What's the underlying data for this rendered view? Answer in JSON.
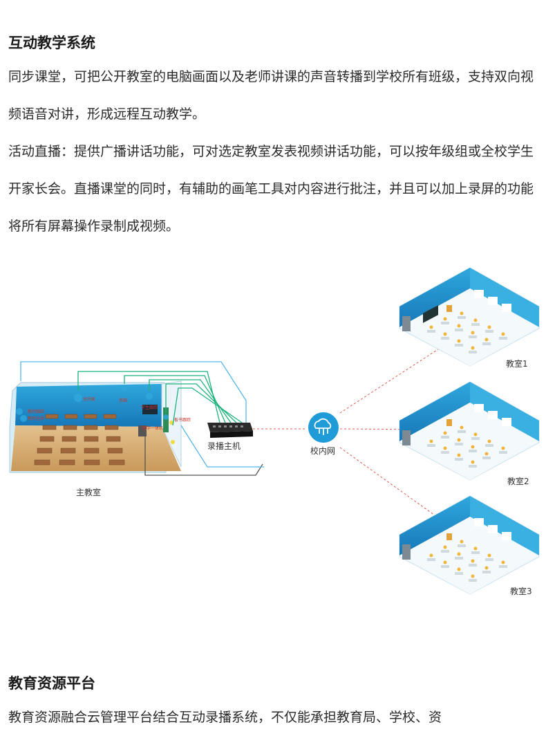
{
  "section1": {
    "title": "互动教学系统",
    "para1": "同步课堂，可把公开教室的电脑画面以及老师讲课的声音转播到学校所有班级，支持双向视频语音对讲，形成远程互动教学。",
    "para2": "活动直播：提供广播讲话功能，可对选定教室发表视频讲话功能，可以按年级组或全校学生开家长会。直播课堂的同时，有辅助的画笔工具对内容进行批注，并且可以加上录屏的功能将所有屏幕操作录制成视频。"
  },
  "diagram": {
    "main_classroom": "主教室",
    "recorder": "录播主机",
    "network": "校内网",
    "classrooms": [
      "教室1",
      "教室2",
      "教室3"
    ],
    "device_labels": [
      "全向麦",
      "音箱",
      "学生跟踪",
      "教师跟踪",
      "教师全景",
      "教学一体机",
      "板书跟踪"
    ],
    "colors": {
      "accent": "#1f9bd7",
      "link": "#e05a4f",
      "cable": "#1bb27a"
    },
    "icons": [
      "cloud-network-icon"
    ]
  },
  "section2": {
    "title": "教育资源平台",
    "para1": "教育资源融合云管理平台结合互动录播系统，不仅能承担教育局、学校、资"
  }
}
